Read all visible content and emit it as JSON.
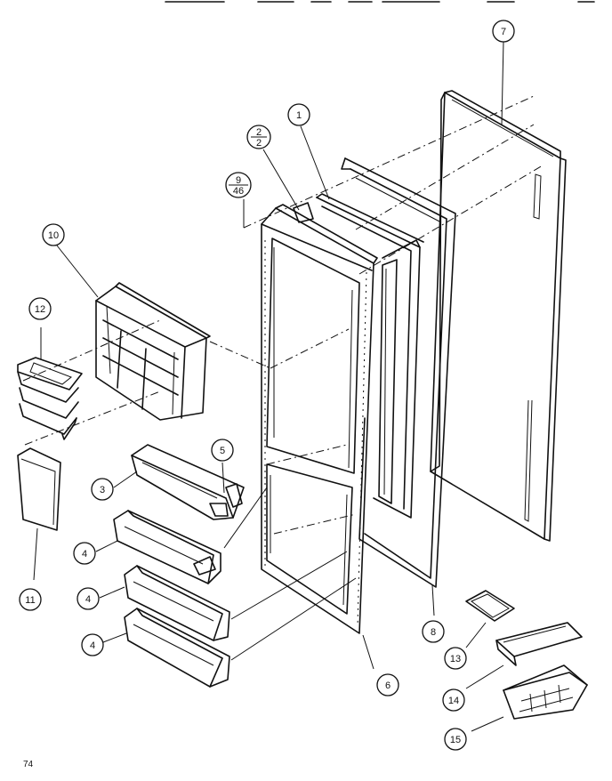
{
  "callouts": {
    "c7": "7",
    "c1": "1",
    "c2_top": "2",
    "c2_bottom": "2",
    "c9_top": "9",
    "c9_bottom": "46",
    "c10": "10",
    "c12": "12",
    "c5": "5",
    "c3": "3",
    "c4a": "4",
    "c4b": "4",
    "c4c": "4",
    "c11": "11",
    "c6": "6",
    "c8": "8",
    "c13": "13",
    "c14": "14",
    "c15": "15"
  },
  "page_number": "74"
}
